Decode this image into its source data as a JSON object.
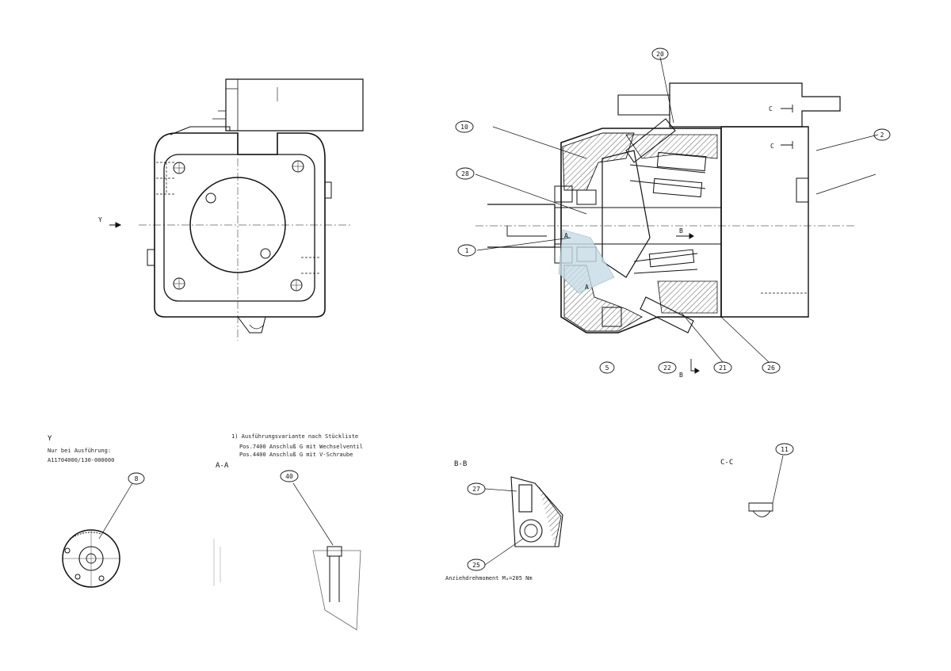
{
  "views": {
    "y_label": "Y",
    "a_a_label": "A-A",
    "b_b_label": "B-B",
    "c_c_label": "C-C",
    "section_marks": {
      "a": "A",
      "b": "B",
      "c": "C"
    }
  },
  "notes": {
    "y_note_1": "Nur bei Ausführung:",
    "y_note_2": "A11704000/130-000000",
    "footnote_title": "1) Ausführungsvariante nach Stückliste",
    "footnote_line_1": "Pos.7400 Anschluß G mit Wechselventil",
    "footnote_line_2": "Pos.4400 Anschluß G mit V-Schraube",
    "torque": "Anziehdrehmoment Mₐ=205 Nm"
  },
  "callouts": {
    "c20": "20",
    "c10": "10",
    "c2": "2",
    "c28": "28",
    "c1": "1",
    "c5": "5",
    "c22": "22",
    "c21": "21",
    "c26": "26",
    "c8": "8",
    "c40": "40",
    "c27": "27",
    "c25": "25",
    "c11": "11"
  }
}
